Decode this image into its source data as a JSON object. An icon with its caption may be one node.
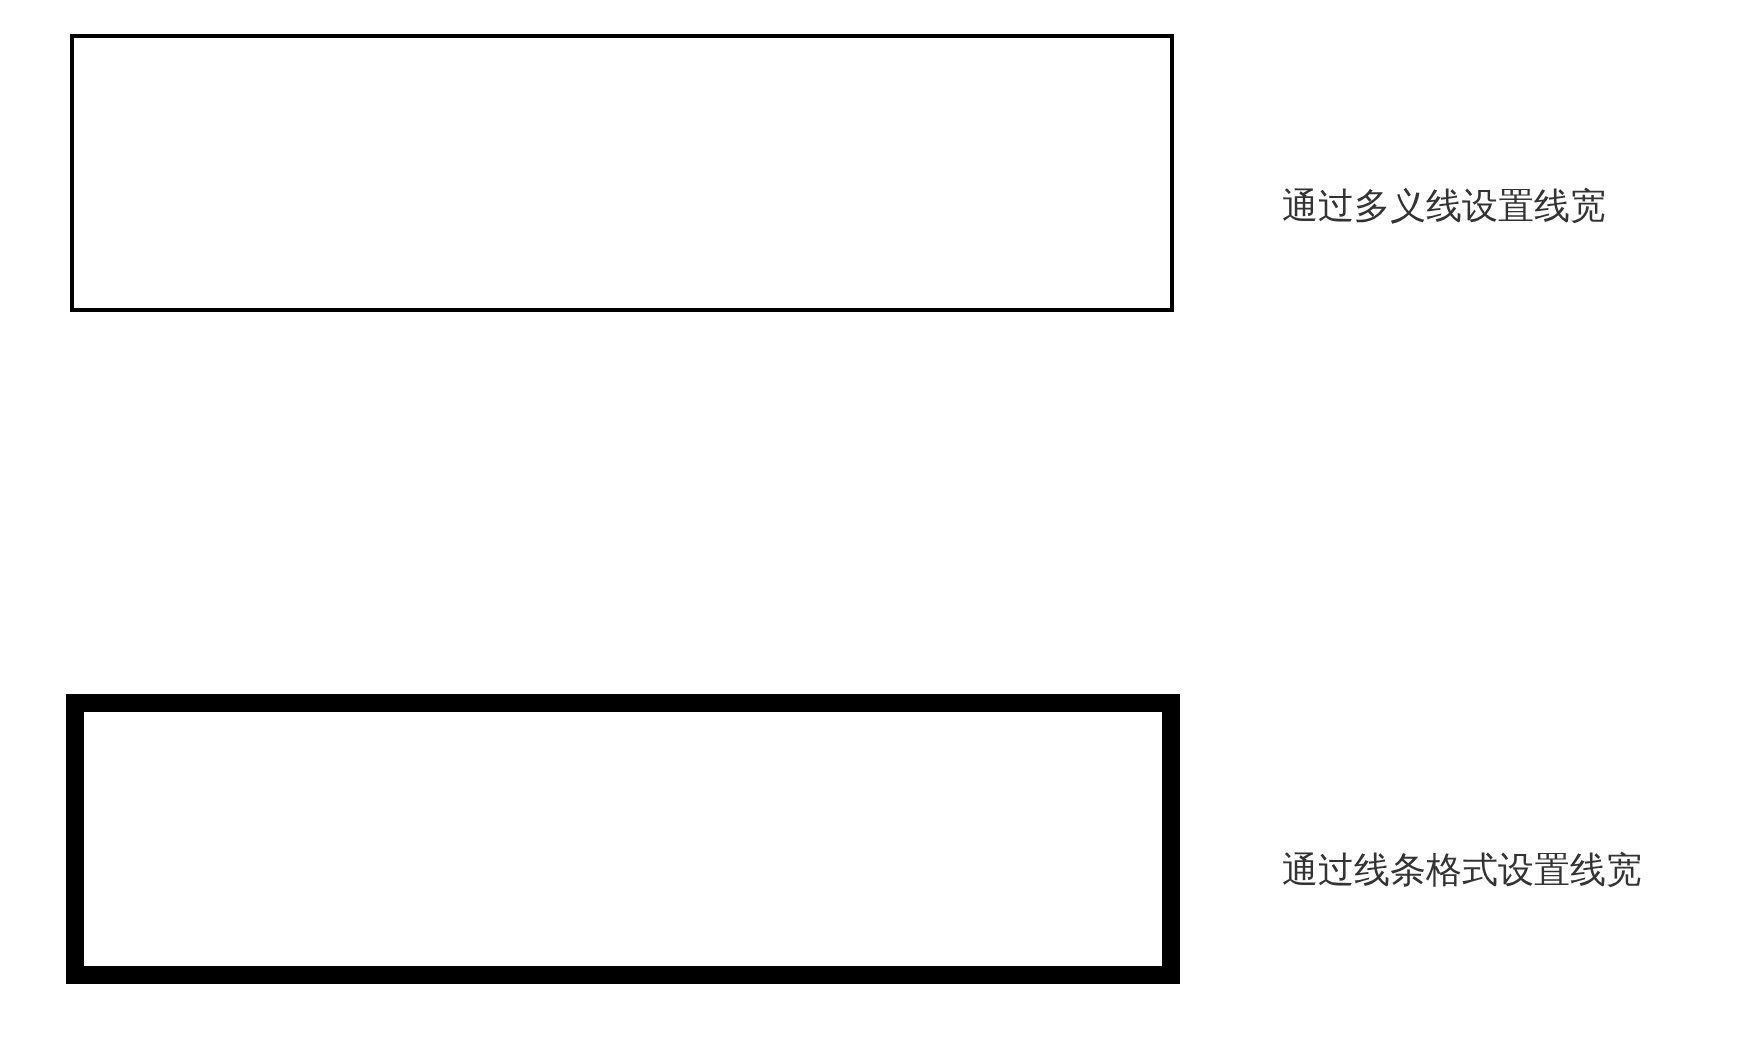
{
  "diagram": {
    "nodes": [
      {
        "text": [],
        "shape": "box",
        "beside": [
          "通过多义线设置线宽"
        ]
      },
      {
        "text": [],
        "shape": "box",
        "beside": [
          "通过线条格式设置线宽"
        ]
      }
    ]
  }
}
